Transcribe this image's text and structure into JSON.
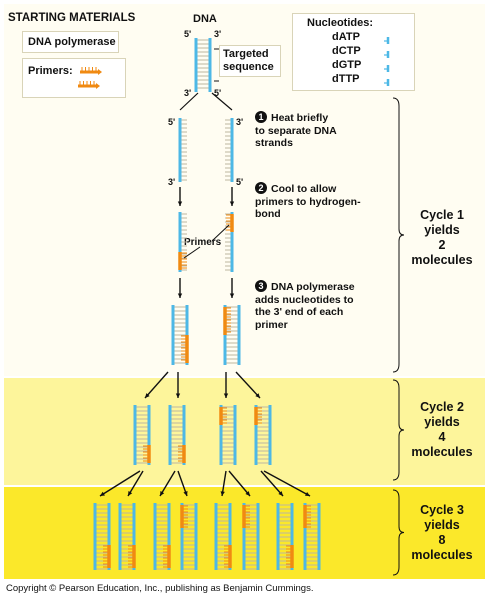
{
  "header": {
    "starting_materials": "STARTING MATERIALS",
    "dna_polymerase": "DNA polymerase",
    "primers_label": "Primers:"
  },
  "dna": {
    "label": "DNA",
    "five_prime": "5'",
    "three_prime": "3'",
    "targeted": "Targeted",
    "sequence": "sequence"
  },
  "nucleotides": {
    "title": "Nucleotides:",
    "items": [
      "dATP",
      "dCTP",
      "dGTP",
      "dTTP"
    ]
  },
  "steps": [
    {
      "num": "1",
      "lines": [
        "Heat briefly",
        "to separate DNA",
        "strands"
      ]
    },
    {
      "num": "2",
      "lines": [
        "Cool to allow",
        "primers to hydrogen-",
        "bond"
      ]
    },
    {
      "num": "3",
      "lines": [
        "DNA polymerase",
        "adds nucleotides to",
        "the 3' end of each",
        "primer"
      ]
    }
  ],
  "primers_callout": "Primers",
  "cycles": [
    {
      "lines": [
        "Cycle 1",
        "yields",
        "2",
        "molecules"
      ]
    },
    {
      "lines": [
        "Cycle 2",
        "yields",
        "4",
        "molecules"
      ]
    },
    {
      "lines": [
        "Cycle 3",
        "yields",
        "8",
        "molecules"
      ]
    }
  ],
  "copyright": "Copyright © Pearson Education, Inc., publishing as Benjamin Cummings.",
  "colors": {
    "strand": "#4db8e6",
    "primer": "#f08a12",
    "rung": "#bdb6a0",
    "panel1": "#fffdf2",
    "panel2": "#fdf59b",
    "panel3": "#fbe82a"
  }
}
